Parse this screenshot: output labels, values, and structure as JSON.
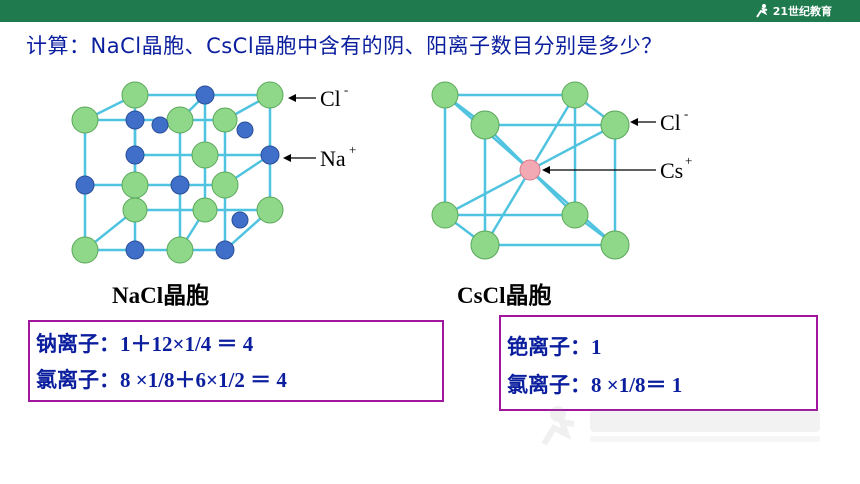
{
  "header": {
    "logo_text": "21世纪教育"
  },
  "question": "计算：NaCl晶胞、CsCl晶胞中含有的阴、阳离子数目分别是多少？",
  "nacl": {
    "caption": "NaCl晶胞",
    "label_cl": "Cl",
    "label_cl_sup": "-",
    "label_na": "Na",
    "label_na_sup": "+",
    "answer_lines": [
      "钠离子：1＋12×1/4 ＝ 4",
      "氯离子：8 ×1/8＋6×1/2 ＝ 4"
    ]
  },
  "cscl": {
    "caption": "CsCl晶胞",
    "label_cl": "Cl",
    "label_cl_sup": "-",
    "label_cs": "Cs",
    "label_cs_sup": "+",
    "answer_lines": [
      "铯离子：1",
      "氯离子：8 ×1/8＝ 1"
    ]
  },
  "colors": {
    "topbar": "#1f7a4d",
    "question_text": "#0b1f9e",
    "box_border": "#a0179e",
    "cl_atom": "#8fd88a",
    "na_atom": "#3f6fc9",
    "cs_atom": "#f2a9b4",
    "bond": "#4fc3e0"
  }
}
